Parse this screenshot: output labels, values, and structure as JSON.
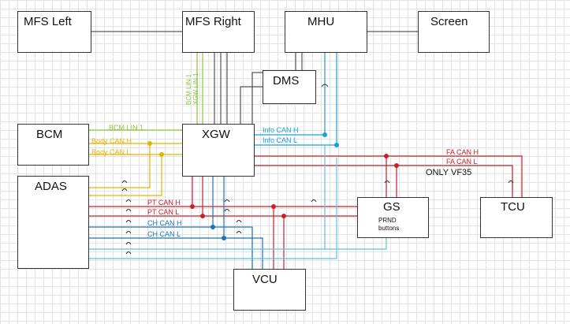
{
  "nodes": {
    "mfs_left": "MFS Left",
    "mfs_right": "MFS Right",
    "mhu": "MHU",
    "screen": "Screen",
    "dms": "DMS",
    "bcm": "BCM",
    "xgw": "XGW",
    "adas": "ADAS",
    "gs": "GS",
    "gs_sub": "PRND buttons",
    "tcu": "TCU",
    "vcu": "VCU"
  },
  "buses": {
    "bcm_lin_1": "BCM LIN 1",
    "xgw_lin_1": "XGW LIN 1",
    "body_can_h": "Body CAN H",
    "body_can_l": "Body CAN L",
    "info_can_h": "Info CAN H",
    "info_can_l": "Info CAN L",
    "fa_can_h": "FA CAN H",
    "fa_can_l": "FA CAN L",
    "pt_can_h": "PT CAN H",
    "pt_can_l": "PT CAN L",
    "ch_can_h": "CH CAN H",
    "ch_can_l": "CH CAN L"
  },
  "notes": {
    "only_vf35": "ONLY VF35"
  },
  "colors": {
    "lin": "#8cc63f",
    "body_can": "#e2b400",
    "info_can": "#1aa0d6",
    "fa_can": "#c8202a",
    "pt_can": "#c8202a",
    "ch_can": "#1a73b8",
    "chassis_extra": "#5bc2e7"
  }
}
